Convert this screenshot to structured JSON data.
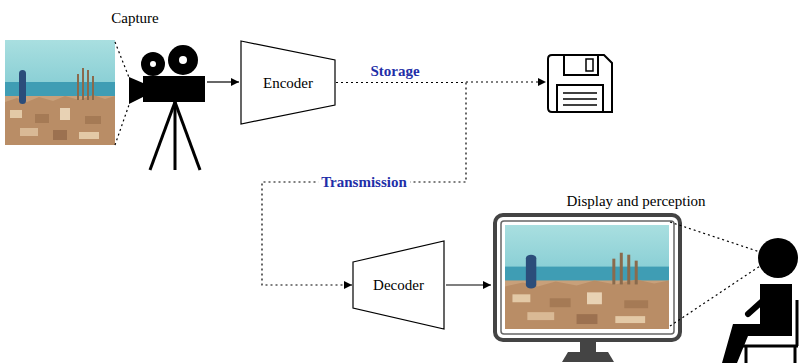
{
  "diagram": {
    "nodes": [
      {
        "text": [
          "Encoder"
        ]
      },
      {
        "text": [
          "Decoder"
        ]
      }
    ],
    "edges": [
      {
        "from": 0,
        "to": 1,
        "arrow": "to",
        "label": "Transmission"
      }
    ],
    "labels": [
      "Capture",
      "Storage",
      "Display and perception"
    ]
  }
}
